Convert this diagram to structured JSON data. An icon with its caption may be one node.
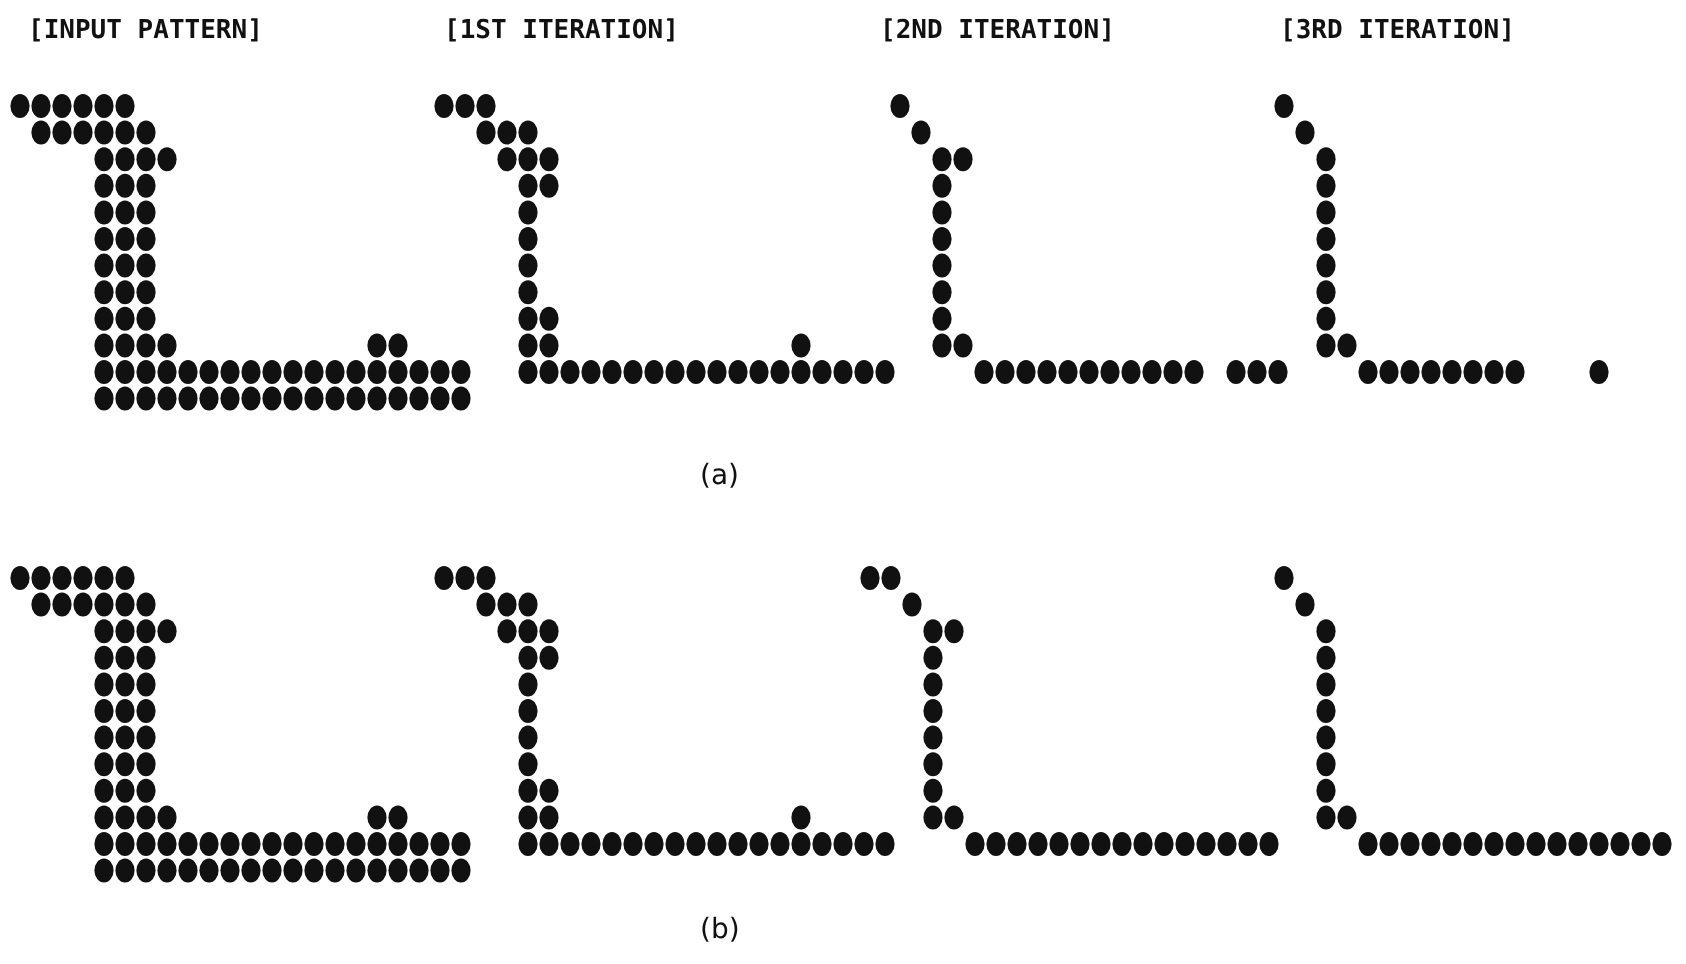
{
  "diagram": {
    "labels": [
      "[INPUT PATTERN]",
      "[1ST ITERATION]",
      "[2ND ITERATION]",
      "[3RD ITERATION]",
      "(a)",
      "(b)"
    ]
  }
}
